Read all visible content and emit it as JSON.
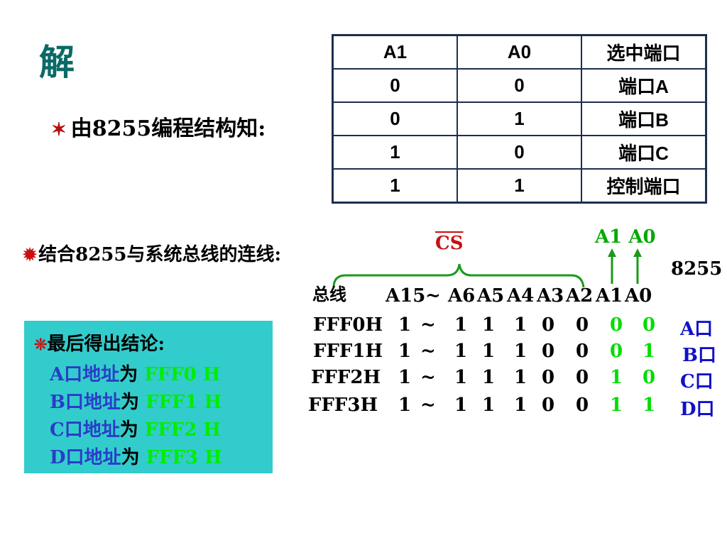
{
  "title": "解",
  "intro": {
    "marker": "✶",
    "text": "由8255编程结构知:"
  },
  "truth_table": {
    "headers": [
      "A1",
      "A0",
      "选中端口"
    ],
    "rows": [
      [
        "0",
        "0",
        "端口A"
      ],
      [
        "0",
        "1",
        "端口B"
      ],
      [
        "1",
        "0",
        "端口C"
      ],
      [
        "1",
        "1",
        "控制端口"
      ]
    ]
  },
  "wiring": {
    "marker": "✹",
    "text": "结合8255与系统总线的连线:",
    "cs_label": "CS",
    "a1a0_label": "A1 A0",
    "chip_label": "8255",
    "bus_label": "总线",
    "header": [
      "A15",
      "~",
      "A6",
      "A5",
      "A4",
      "A3",
      "A2",
      "A1",
      "A0"
    ],
    "rows": [
      {
        "addr": "FFF0H",
        "a15": "1",
        "tilde": "~",
        "bits": [
          "1",
          "1",
          "1",
          "0",
          "0"
        ],
        "a1": "0",
        "a0": "0",
        "port": "A口"
      },
      {
        "addr": "FFF1H",
        "a15": "1",
        "tilde": "~",
        "bits": [
          "1",
          "1",
          "1",
          "0",
          "0"
        ],
        "a1": "0",
        "a0": "1",
        "port": "B口"
      },
      {
        "addr": "FFF2H",
        "a15": "1",
        "tilde": "~",
        "bits": [
          "1",
          "1",
          "1",
          "0",
          "0"
        ],
        "a1": "1",
        "a0": "0",
        "port": "C口"
      },
      {
        "addr": "FFF3H",
        "a15": "1",
        "tilde": "~",
        "bits": [
          "1",
          "1",
          "1",
          "0",
          "0"
        ],
        "a1": "1",
        "a0": "1",
        "port": "D口"
      }
    ]
  },
  "conclusion": {
    "marker": "❊",
    "heading": "最后得出结论:",
    "items": [
      {
        "port": "A口地址",
        "word": "为",
        "hex": "FFF0 H"
      },
      {
        "port": "B口地址",
        "word": "为",
        "hex": "FFF1 H"
      },
      {
        "port": "C口地址",
        "word": "为",
        "hex": "FFF2 H"
      },
      {
        "port": "D口地址",
        "word": "为",
        "hex": "FFF3 H"
      }
    ]
  },
  "colors": {
    "title": "#0a6a66",
    "green": "#00dd00",
    "red": "#c81010",
    "box": "#33cccc",
    "blue": "#2a3cc8"
  }
}
